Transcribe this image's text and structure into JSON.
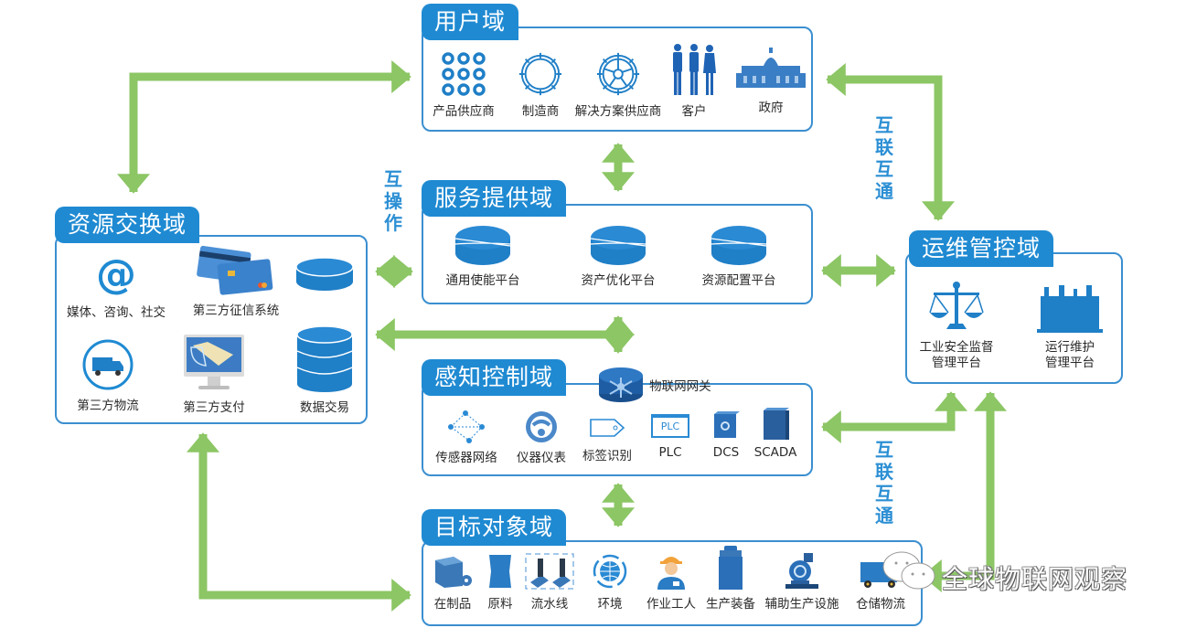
{
  "colors": {
    "title_bg": "#1f8ad2",
    "border": "#3b8fd0",
    "arrow": "#8cc665",
    "icon": "#1f7fc7",
    "label": "#2c8fd4"
  },
  "domains": {
    "user": {
      "title": "用户域",
      "items": [
        {
          "label": "产品供应商",
          "icon": "dots-grid-icon"
        },
        {
          "label": "制造商",
          "icon": "gear-icon"
        },
        {
          "label": "解决方案供应商",
          "icon": "gear-spoke-icon"
        },
        {
          "label": "客户",
          "icon": "people-icon"
        },
        {
          "label": "政府",
          "icon": "government-building-icon"
        }
      ]
    },
    "resource": {
      "title": "资源交换域",
      "items": [
        {
          "label": "媒体、咨询、社交",
          "icon": "at-sign-icon"
        },
        {
          "label": "第三方征信系统",
          "icon": "credit-card-icon"
        },
        {
          "label": "",
          "icon": "database-icon"
        },
        {
          "label": "第三方物流",
          "icon": "truck-icon"
        },
        {
          "label": "第三方支付",
          "icon": "monitor-payment-icon"
        },
        {
          "label": "数据交易",
          "icon": "database-stack-icon"
        }
      ]
    },
    "service": {
      "title": "服务提供域",
      "items": [
        {
          "label": "通用使能平台",
          "icon": "platform-disk-icon"
        },
        {
          "label": "资产优化平台",
          "icon": "platform-disk-icon"
        },
        {
          "label": "资源配置平台",
          "icon": "platform-disk-icon"
        }
      ]
    },
    "sensing": {
      "title": "感知控制域",
      "gateway": {
        "label": "物联网网关",
        "icon": "router-icon"
      },
      "items": [
        {
          "label": "传感器网络",
          "icon": "sensor-network-icon"
        },
        {
          "label": "仪器仪表",
          "icon": "gauge-icon"
        },
        {
          "label": "标签识别",
          "icon": "tag-icon"
        },
        {
          "label": "PLC",
          "icon": "plc-icon",
          "icon_text": "PLC"
        },
        {
          "label": "DCS",
          "icon": "dcs-icon"
        },
        {
          "label": "SCADA",
          "icon": "scada-icon"
        }
      ]
    },
    "target": {
      "title": "目标对象域",
      "items": [
        {
          "label": "在制品",
          "icon": "wip-cube-icon"
        },
        {
          "label": "原料",
          "icon": "material-icon"
        },
        {
          "label": "流水线",
          "icon": "assembly-line-icon"
        },
        {
          "label": "环境",
          "icon": "globe-cycle-icon"
        },
        {
          "label": "作业工人",
          "icon": "worker-icon"
        },
        {
          "label": "生产装备",
          "icon": "equipment-icon"
        },
        {
          "label": "辅助生产设施",
          "icon": "pump-icon"
        },
        {
          "label": "仓储物流",
          "icon": "truck-icon"
        }
      ]
    },
    "ops": {
      "title": "运维管控域",
      "items": [
        {
          "label_lines": [
            "工业安全监督",
            "管理平台"
          ],
          "icon": "scales-icon"
        },
        {
          "label_lines": [
            "运行维护",
            "管理平台"
          ],
          "icon": "battery-icon"
        }
      ]
    }
  },
  "connectors": {
    "interop": "互操作",
    "interconnect_top": "互联互通",
    "interconnect_bottom": "互联互通"
  },
  "watermark": "全球物联网观察"
}
